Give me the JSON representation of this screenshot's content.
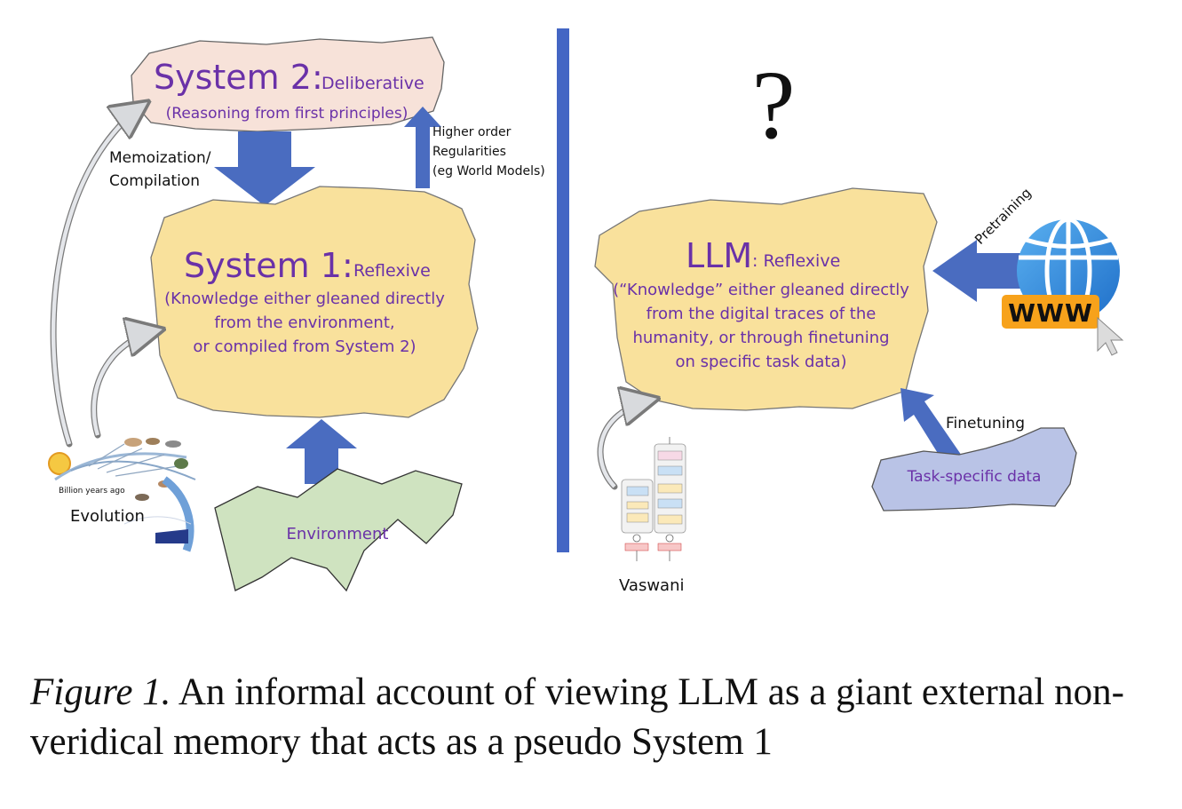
{
  "left": {
    "system2": {
      "title": "System 2:",
      "subtitle": "Deliberative",
      "desc": "(Reasoning from first principles)"
    },
    "memoization_label": [
      "Memoization/",
      "Compilation"
    ],
    "higher_order_label": [
      "Higher order",
      "Regularities",
      "(eg World Models)"
    ],
    "system1": {
      "title": "System 1:",
      "subtitle": "Reflexive",
      "desc": [
        "(Knowledge either gleaned directly",
        "from the environment,",
        "or compiled from System 2)"
      ]
    },
    "evolution_label": "Evolution",
    "evolution_axis_label": "Billion years ago",
    "environment_label": "Environment"
  },
  "right": {
    "question_mark": "?",
    "llm": {
      "title": "LLM",
      "subtitle": ": Reflexive",
      "desc": [
        "(“Knowledge” either gleaned directly",
        "from the digital traces of the",
        "humanity, or through finetuning",
        "on specific task data)"
      ]
    },
    "pretraining_label": "Pretraining",
    "www_label": "WWW",
    "finetuning_label": "Finetuning",
    "task_data_label": "Task-specific data",
    "vaswani_label": "Vaswani"
  },
  "caption": {
    "figure_label": "Figure 1.",
    "text": "An informal account of viewing LLM as a giant external non-veridical memory that acts as a pseudo System 1"
  },
  "colors": {
    "purple_text": "#6a31a8",
    "blue_arrow": "#4a6cc0",
    "divider": "#4466c4",
    "yellow_blob": "#f9e19c",
    "pink_blob": "#f7e2d9",
    "green_blob": "#cfe3c0",
    "lavender_blob": "#b9c3e6"
  }
}
